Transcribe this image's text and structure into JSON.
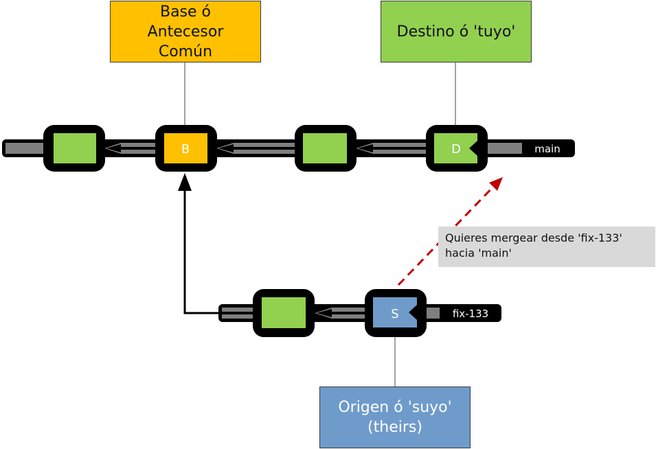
{
  "colors": {
    "base": "#FFC000",
    "target": "#92D050",
    "source": "#6F9BCB",
    "commit_plain": "#92D050",
    "rail": "#7f7f7f",
    "merge_arrow": "#C00000",
    "note_bg": "#D9D9D9"
  },
  "labels": {
    "base": "Base ó Antecesor Común",
    "target": "Destino ó 'tuyo'",
    "source_line1": "Origen ó 'suyo'",
    "source_line2": "(theirs)"
  },
  "note": {
    "line1": "Quieres mergear desde 'fix-133'",
    "line2": "hacia 'main'"
  },
  "branches": {
    "main": {
      "name": "main",
      "commits": [
        {
          "letter": "",
          "role": "plain"
        },
        {
          "letter": "B",
          "role": "base"
        },
        {
          "letter": "",
          "role": "plain"
        },
        {
          "letter": "D",
          "role": "target"
        }
      ]
    },
    "fix": {
      "name": "fix-133",
      "commits": [
        {
          "letter": "",
          "role": "plain"
        },
        {
          "letter": "S",
          "role": "source"
        }
      ]
    }
  }
}
